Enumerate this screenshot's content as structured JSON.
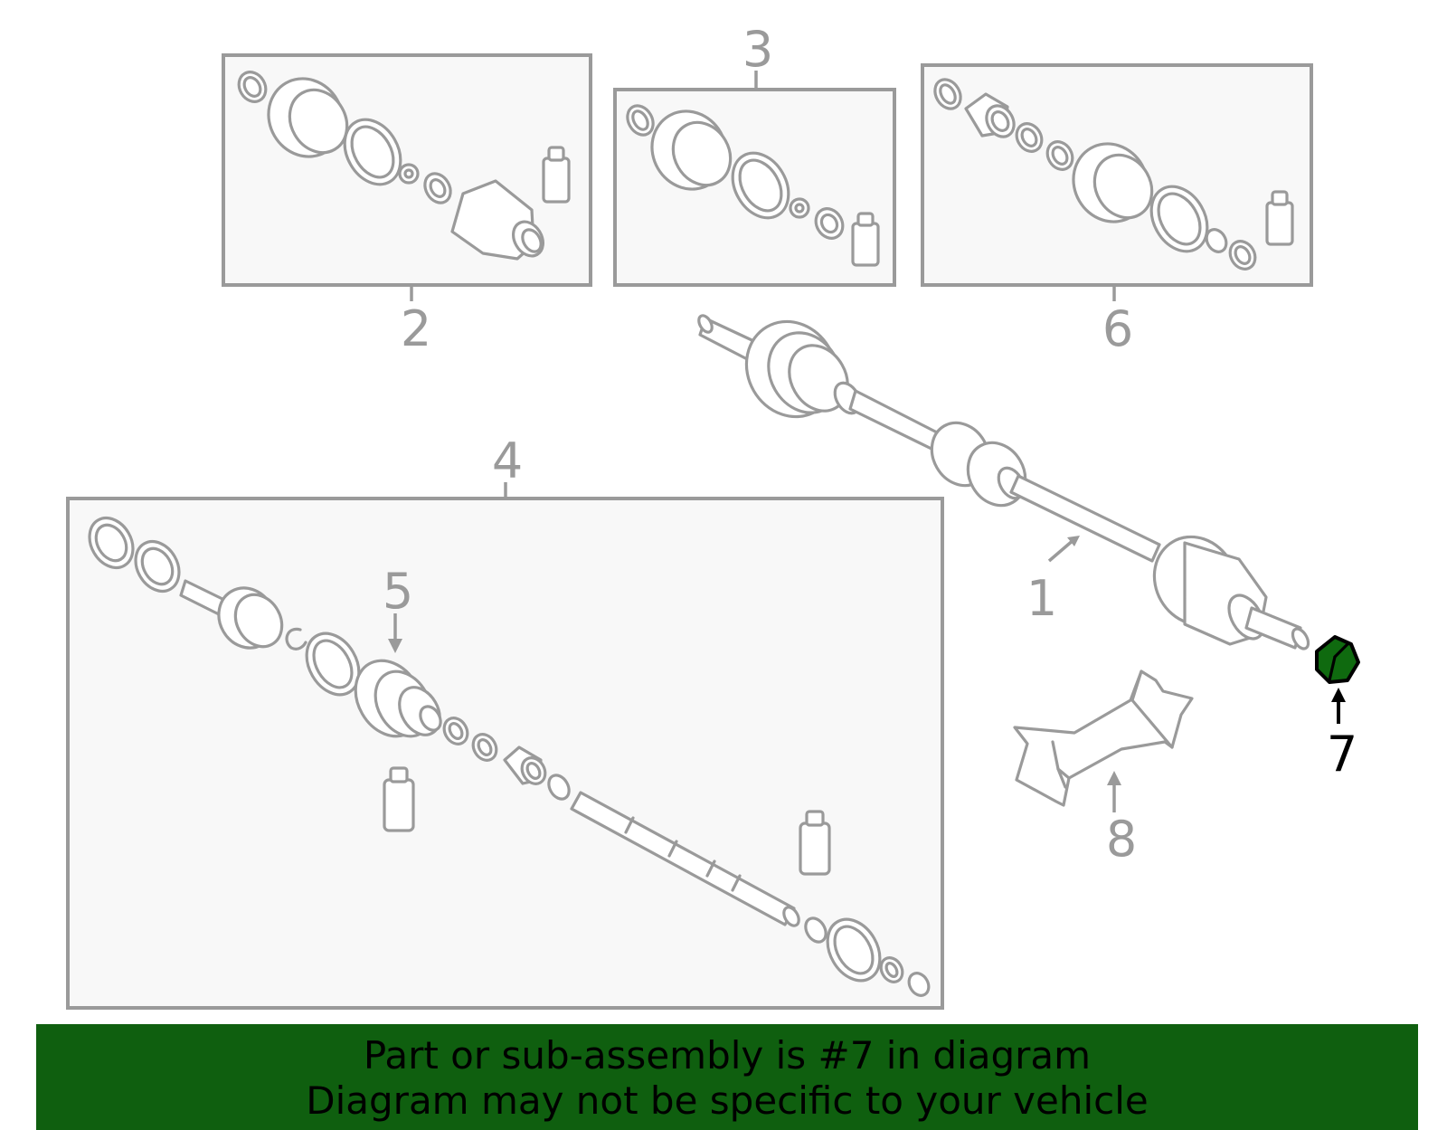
{
  "callouts": {
    "c1": "1",
    "c2": "2",
    "c3": "3",
    "c4": "4",
    "c5": "5",
    "c6": "6",
    "c7": "7",
    "c8": "8"
  },
  "highlight": {
    "part_number": "7",
    "color": "#0f6a0f"
  },
  "banner": {
    "line1": "Part or sub-assembly is #7 in diagram",
    "line2": "Diagram may not be specific to your vehicle",
    "background": "#0f5f0f"
  }
}
